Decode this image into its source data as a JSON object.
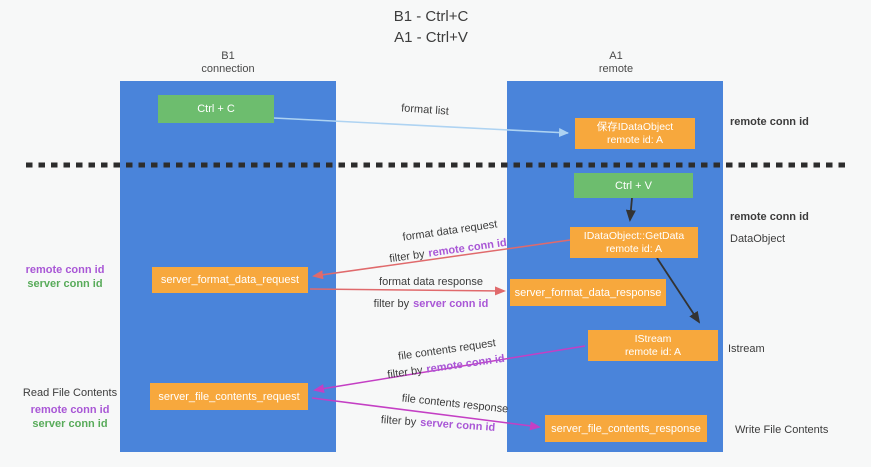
{
  "title": {
    "line1": "B1 - Ctrl+C",
    "line2": "A1 - Ctrl+V"
  },
  "lanes": {
    "left": {
      "name": "B1",
      "sub": "connection"
    },
    "right": {
      "name": "A1",
      "sub": "remote"
    }
  },
  "boxes": {
    "ctrl_c": "Ctrl + C",
    "save_idataobject": {
      "line1": "保存IDataObject",
      "line2": "remote id: A"
    },
    "ctrl_v": "Ctrl + V",
    "getdata": {
      "line1": "IDataObject::GetData",
      "line2": "remote id: A"
    },
    "format_request": "server_format_data_request",
    "format_response": "server_format_data_response",
    "istream": {
      "line1": "IStream",
      "line2": "remote id: A"
    },
    "file_request": "server_file_contents_request",
    "file_response": "server_file_contents_response"
  },
  "flow_labels": {
    "format_list": "format list",
    "format_data_request": "format data request",
    "filter_remote_1": {
      "prefix": "filter by",
      "id": "remote conn id"
    },
    "format_data_response": "format data response",
    "filter_server_1": {
      "prefix": "filter by",
      "id": "server conn id"
    },
    "file_contents_request": "file contents request",
    "filter_remote_2": {
      "prefix": "filter by",
      "id": "remote conn id"
    },
    "file_contents_response": "file contents response",
    "filter_server_2": {
      "prefix": "filter by",
      "id": "server conn id"
    }
  },
  "side_labels": {
    "remote_conn_top_right": "remote conn id",
    "remote_conn_mid_right": "remote conn id",
    "dataobject": "DataObject",
    "istream": "Istream",
    "write_file_contents": "Write File Contents",
    "left1_remote": "remote conn id",
    "left1_server": "server conn id",
    "read_file_contents": "Read File Contents",
    "left2_remote": "remote conn id",
    "left2_server": "server conn id"
  },
  "colors": {
    "lane_blue": "#4a84da",
    "node_orange": "#f7a83d",
    "node_green": "#6dbd6e",
    "purple_text": "#a957d6",
    "green_text": "#58ab5a",
    "arrow_light_blue": "#aed3f2",
    "arrow_salmon": "#e06a6c",
    "arrow_magenta": "#c43fc4",
    "arrow_black": "#333333",
    "background": "#f7f8f8"
  }
}
